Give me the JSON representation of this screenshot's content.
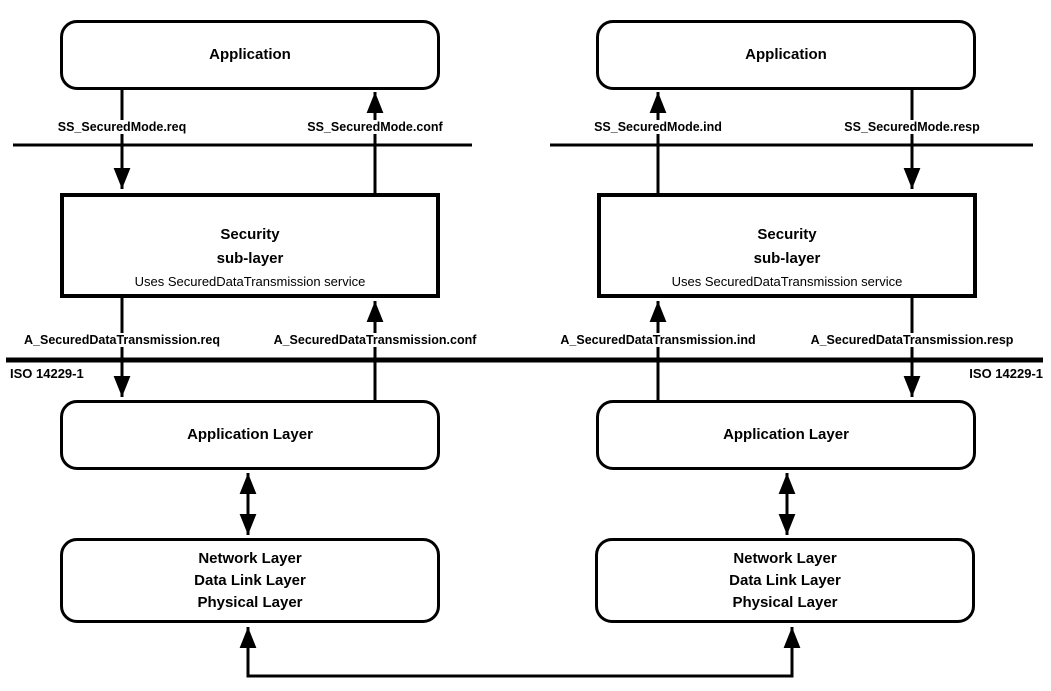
{
  "left": {
    "app": "Application",
    "ss_req": "SS_SecuredMode.req",
    "ss_conf": "SS_SecuredMode.conf",
    "sec_title_1": "Security",
    "sec_title_2": "sub-layer",
    "sec_note": "Uses SecuredDataTransmission service",
    "a_req": "A_SecuredDataTransmission.req",
    "a_conf": "A_SecuredDataTransmission.conf",
    "app_layer": "Application Layer",
    "net_1": "Network Layer",
    "net_2": "Data Link Layer",
    "net_3": "Physical Layer"
  },
  "right": {
    "app": "Application",
    "ss_ind": "SS_SecuredMode.ind",
    "ss_resp": "SS_SecuredMode.resp",
    "sec_title_1": "Security",
    "sec_title_2": "sub-layer",
    "sec_note": "Uses SecuredDataTransmission service",
    "a_ind": "A_SecuredDataTransmission.ind",
    "a_resp": "A_SecuredDataTransmission.resp",
    "app_layer": "Application Layer",
    "net_1": "Network Layer",
    "net_2": "Data Link Layer",
    "net_3": "Physical Layer"
  },
  "iso": {
    "left": "ISO 14229-1",
    "right": "ISO 14229-1"
  },
  "colors": {
    "line": "#000000",
    "background": "#ffffff"
  }
}
